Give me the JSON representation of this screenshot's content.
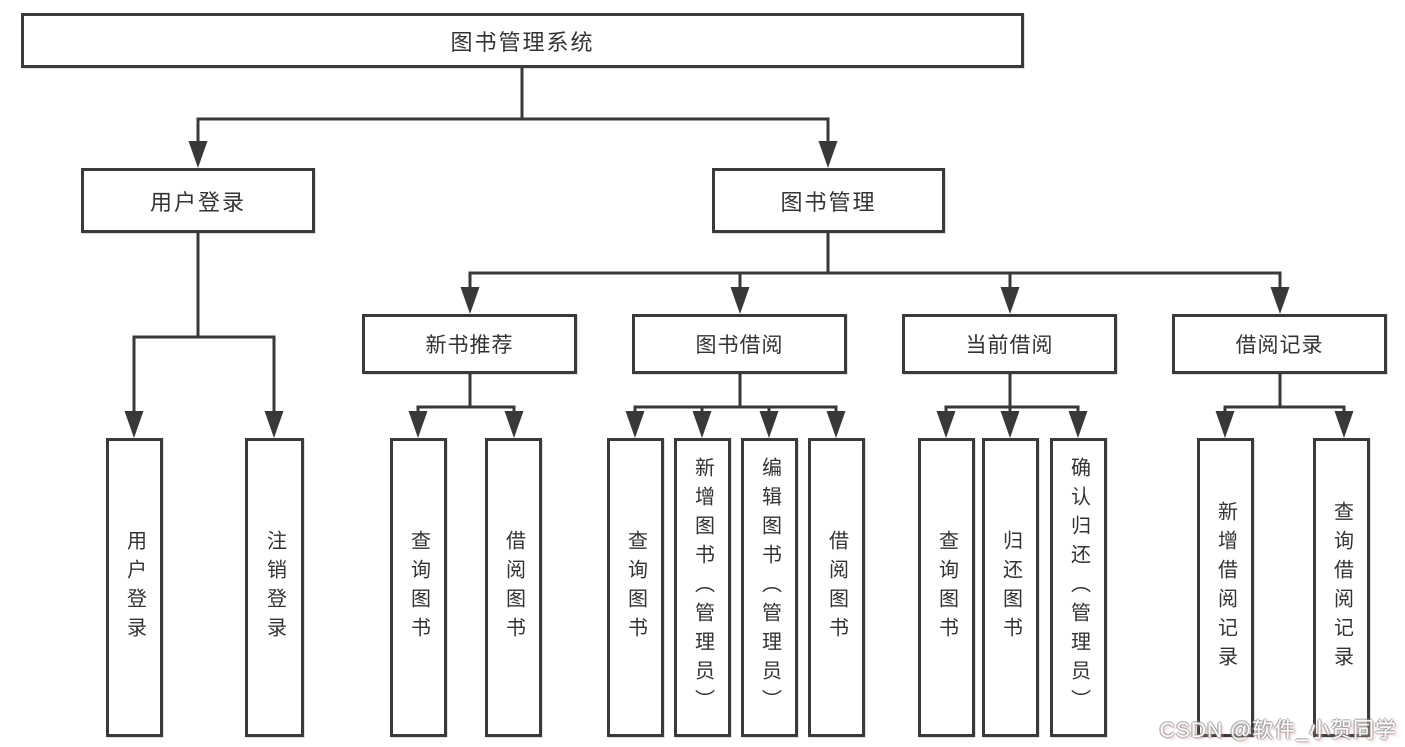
{
  "diagram": {
    "title": "图书管理系统",
    "level2": {
      "user_login": "用户登录",
      "book_management": "图书管理"
    },
    "level3": {
      "new_book_recommend": "新书推荐",
      "book_borrowing": "图书借阅",
      "current_borrowing": "当前借阅",
      "borrowing_records": "借阅记录"
    },
    "leaves": {
      "user_login": "用户登录",
      "logout": "注销登录",
      "query_books_1": "查询图书",
      "borrow_books_1": "借阅图书",
      "query_books_2": "查询图书",
      "add_books_admin": "新增图书（管理员）",
      "edit_books_admin": "编辑图书（管理员）",
      "borrow_books_2": "借阅图书",
      "query_books_3": "查询图书",
      "return_books": "归还图书",
      "confirm_return_admin": "确认归还（管理员）",
      "add_borrow_record": "新增借阅记录",
      "query_borrow_record": "查询借阅记录"
    },
    "line_color": "#383838"
  },
  "watermark": "CSDN @软件_小贺同学"
}
